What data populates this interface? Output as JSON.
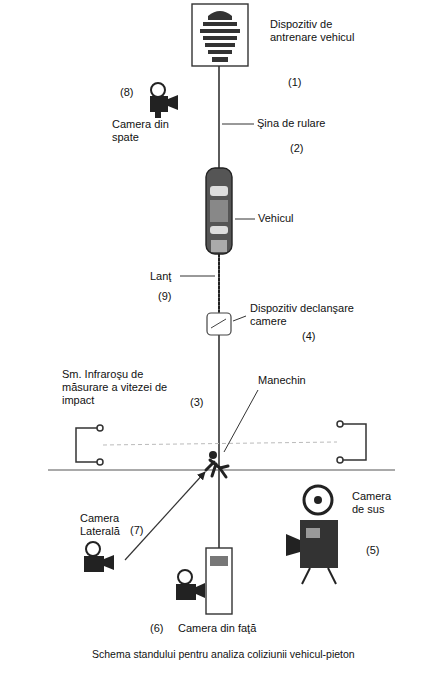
{
  "diagram": {
    "caption": "Schema standului pentru analiza coliziunii vehicul-pieton",
    "labels": [
      "(8)",
      "Camera din spate",
      "Dispozitiv de antrenare vehicul",
      "(1)",
      "Şina de rulare",
      "(2)",
      "Vehicul",
      "Lanţ",
      "(9)",
      "Dispozitiv declanşare camere",
      "(4)",
      "Manechin",
      "Sm. Infraroşu de măsurare a vitezei de impact",
      "(3)",
      "Camera Laterală",
      "(7)",
      "Camera de sus",
      "(5)",
      "(6)",
      "Camera din faţă"
    ]
  }
}
